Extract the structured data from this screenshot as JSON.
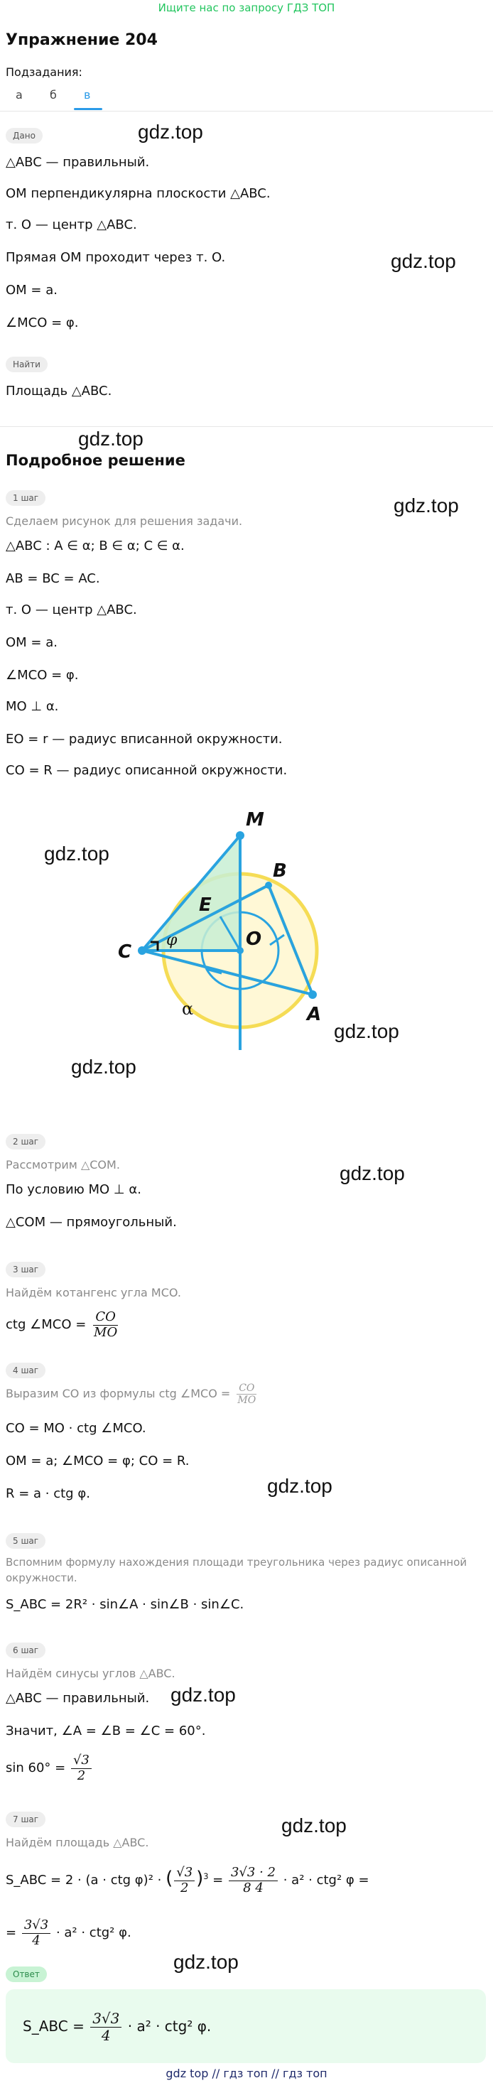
{
  "banner": "Ищите нас по запросу ГДЗ ТОП",
  "title": "Упражнение 204",
  "subtasks_label": "Подзадания:",
  "tabs": [
    {
      "label": "а"
    },
    {
      "label": "б"
    },
    {
      "label": "в"
    }
  ],
  "active_tab": 2,
  "watermark": "gdz.top",
  "given": {
    "chip": "Дано",
    "lines": [
      "△ABC — правильный.",
      "OM перпендикулярна плоскости △ABC.",
      "т. O — центр △ABC.",
      "Прямая OM проходит через т. O.",
      "OM = a.",
      "∠MCO = φ."
    ]
  },
  "find": {
    "chip": "Найти",
    "line": "Площадь △ABC."
  },
  "solution_title": "Подробное решение",
  "steps": [
    {
      "chip": "1 шаг",
      "lines": [
        "Сделаем рисунок для решения задачи.",
        "△ABC :  A ∈ α;  B ∈ α;  C ∈ α.",
        "AB = BC = AC.",
        "т. O — центр △ABC.",
        "OM = a.",
        "∠MCO = φ.",
        "MO ⊥ α.",
        "EO = r — радиус вписанной окружности.",
        "CO = R — радиус описанной окружности."
      ]
    },
    {
      "chip": "2 шаг",
      "lines": [
        "Рассмотрим △COM.",
        "По условию MO ⊥ α.",
        "△COM — прямоугольный."
      ]
    },
    {
      "chip": "3 шаг",
      "lines": [
        "Найдём котангенс угла MCO.",
        "ctg ∠MCO ="
      ],
      "frac": {
        "num": "CO",
        "den": "MO"
      }
    },
    {
      "chip": "4 шаг",
      "lines": [
        "Выразим CO из формулы ctg ∠MCO =",
        "CO = MO · ctg ∠MCO.",
        "OM = a; ∠MCO = φ; CO = R.",
        "R = a · ctg φ."
      ],
      "frac": {
        "num": "CO",
        "den": "MO"
      }
    },
    {
      "chip": "5 шаг",
      "lines": [
        "Вспомним формулу нахождения площади треугольника через радиус описанной",
        "окружности.",
        "S_ABC = 2R² · sin∠A · sin∠B · sin∠C."
      ]
    },
    {
      "chip": "6 шаг",
      "lines": [
        "Найдём синусы углов △ABC.",
        "△ABC — правильный.",
        "Значит, ∠A = ∠B = ∠C = 60°.",
        "sin 60° ="
      ],
      "frac": {
        "num": "√3",
        "den": "2"
      }
    },
    {
      "chip": "7 шаг",
      "lines": [
        "Найдём площадь △ABC.",
        "S_ABC = 2 · (a · ctg φ)² ·",
        "· a² · ctg² φ =",
        "=",
        "· a² · ctg² φ."
      ]
    }
  ],
  "answer": {
    "chip": "Ответ",
    "prefix": "S_ABC =",
    "frac": {
      "num": "3√3",
      "den": "4"
    },
    "suffix": "· a² · ctg² φ."
  },
  "figure": {
    "labels": {
      "M": "M",
      "B": "B",
      "E": "E",
      "O": "O",
      "C": "C",
      "A": "A",
      "alpha": "α",
      "phi": "φ"
    },
    "colors": {
      "blue": "#29a3e0",
      "yellow": "#f5dc55",
      "green": "#8fd9a8"
    }
  },
  "footer": {
    "links": [
      "gdz top",
      "гдз топ",
      "гдз топ"
    ],
    "sep": "//"
  }
}
